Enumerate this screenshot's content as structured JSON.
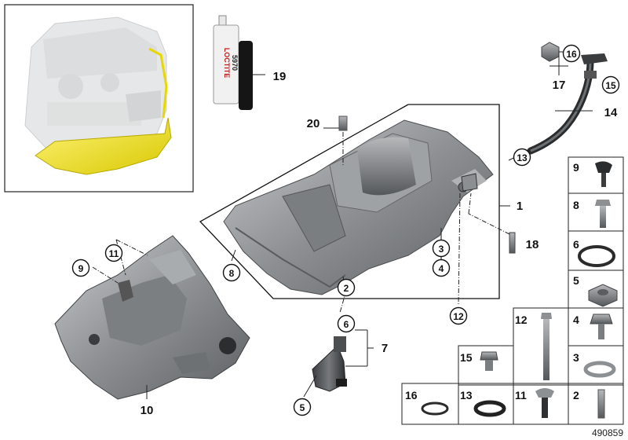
{
  "diagram_id": "490859",
  "callouts": {
    "c1": "1",
    "c2": "2",
    "c3": "3",
    "c4": "4",
    "c5": "5",
    "c6": "6",
    "c7": "7",
    "c8": "8",
    "c9": "9",
    "c10": "10",
    "c11": "11",
    "c12": "12",
    "c13": "13",
    "c14": "14",
    "c15": "15",
    "c16": "16",
    "c17": "17",
    "c18": "18",
    "c19": "19",
    "c20": "20"
  },
  "tube_label": {
    "brand": "LOCTITE",
    "code": "5970"
  },
  "grid_labels": {
    "g9": "9",
    "g8": "8",
    "g6": "6",
    "g5": "5",
    "g4": "4",
    "g3": "3",
    "g2": "2",
    "g12": "12",
    "g11": "11",
    "g15": "15",
    "g13": "13",
    "g16": "16"
  },
  "colors": {
    "engine_highlight": "#f2e830",
    "part_gray": "#8a8c8e",
    "frame": "#222222"
  }
}
